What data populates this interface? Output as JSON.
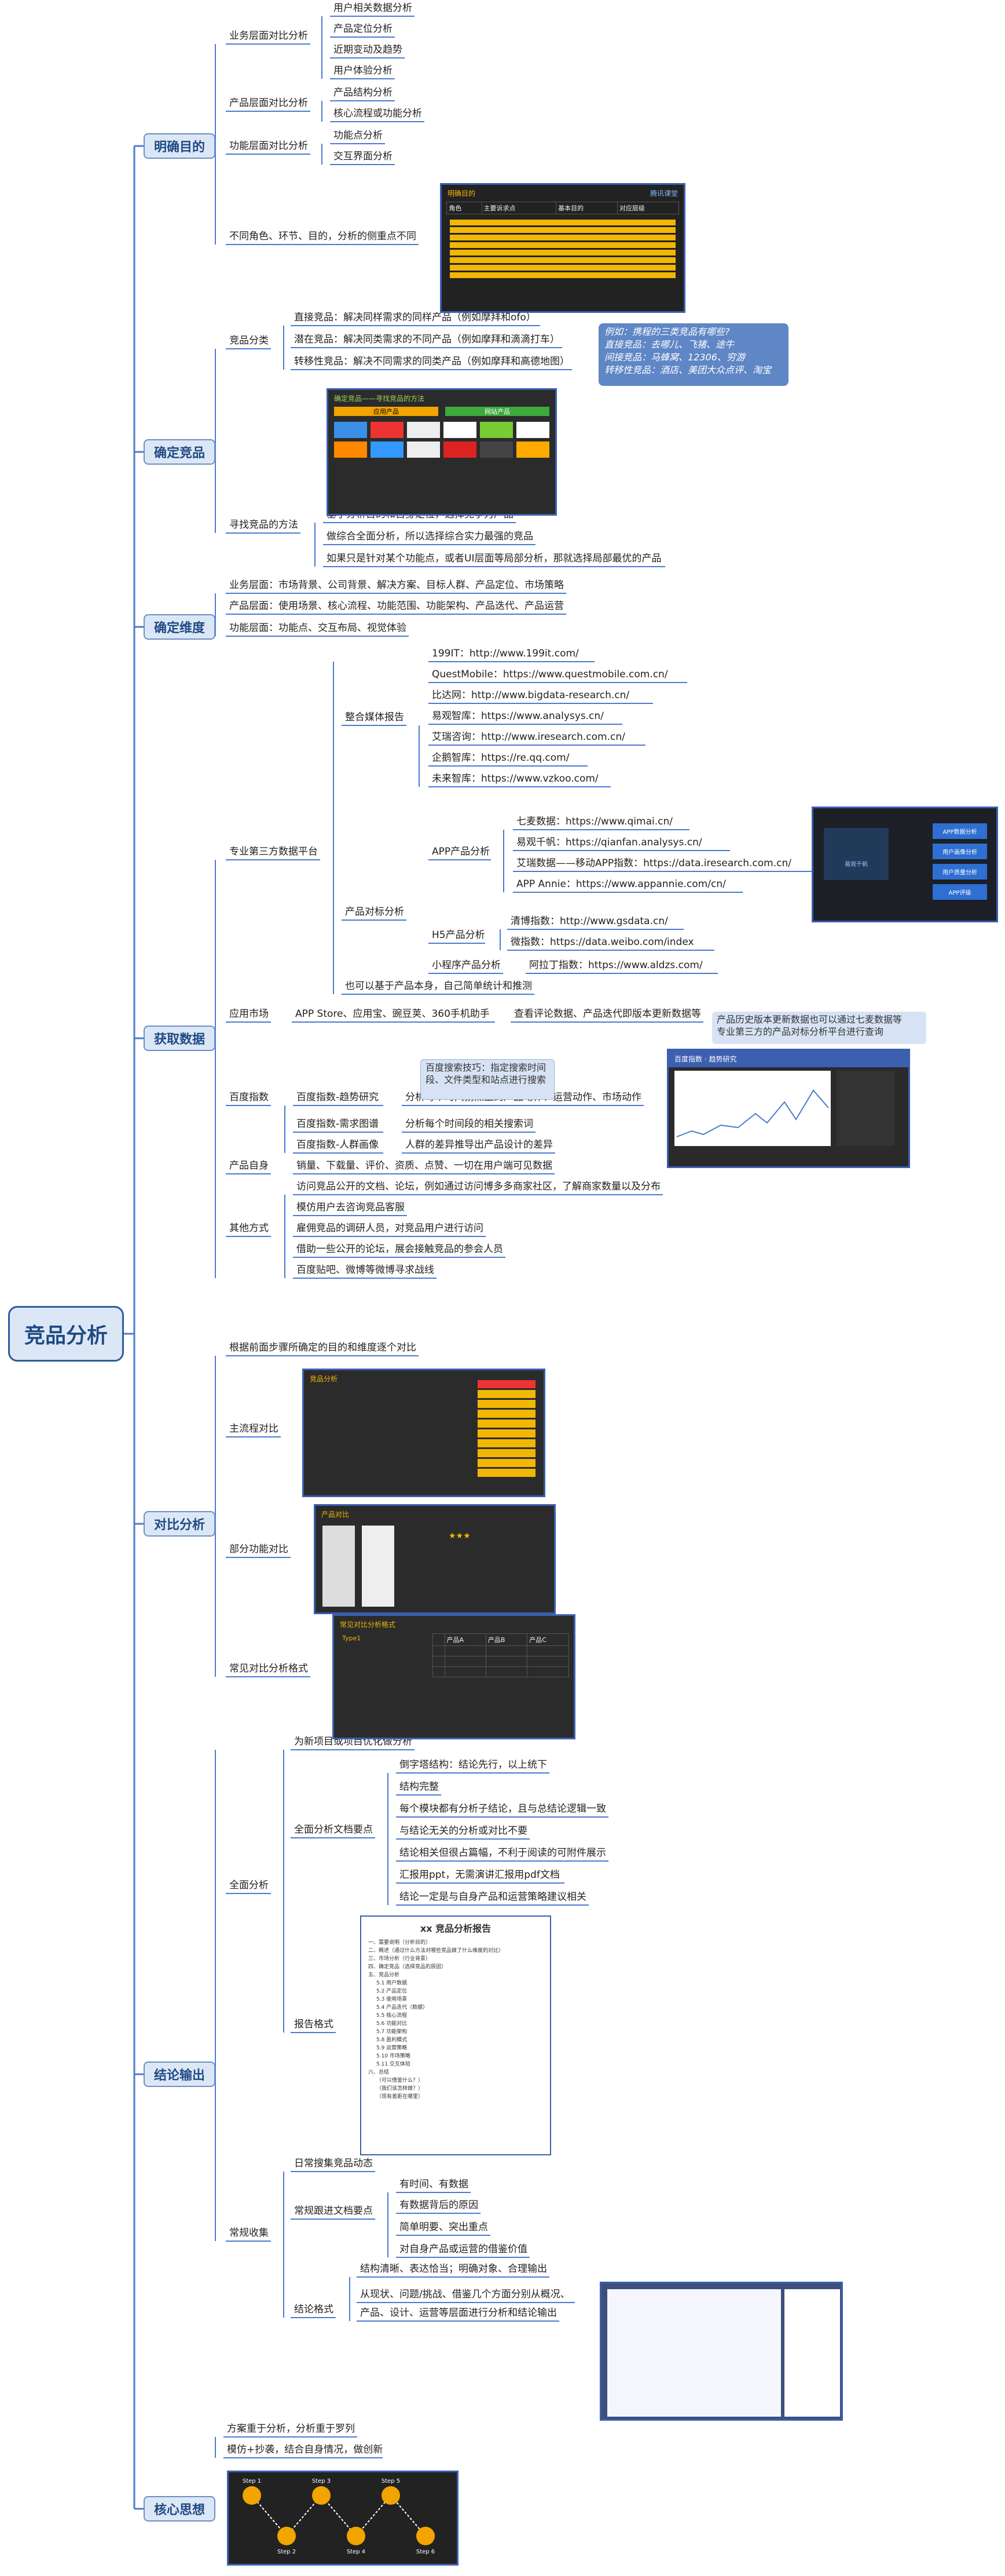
{
  "root": "竞品分析",
  "main_topics": [
    {
      "label": "明确目的"
    },
    {
      "label": "确定竞品"
    },
    {
      "label": "确定维度"
    },
    {
      "label": "获取数据"
    },
    {
      "label": "对比分析"
    },
    {
      "label": "结论输出"
    },
    {
      "label": "核心思想"
    }
  ],
  "purpose": {
    "business": "业务层面对比分析",
    "business_items": [
      "用户相关数据分析",
      "产品定位分析",
      "近期变动及趋势",
      "用户体验分析"
    ],
    "product": "产品层面对比分析",
    "product_items": [
      "产品结构分析",
      "核心流程或功能分析"
    ],
    "function": "功能层面对比分析",
    "function_items": [
      "功能点分析",
      "交互界面分析"
    ],
    "roles": "不同角色、环节、目的，分析的侧重点不同",
    "image_title": "明确目的",
    "image_brand": "腾讯课堂",
    "image_headers": [
      "角色",
      "主要诉求点",
      "基本目的",
      "对应层级"
    ]
  },
  "competitor": {
    "classify": "竞品分类",
    "classify_items": [
      "直接竞品：解决同样需求的同样产品（例如摩拜和ofo）",
      "潜在竞品：解决同类需求的不同产品（例如摩拜和滴滴打车）",
      "转移性竞品：解决不同需求的同类产品（例如摩拜和高德地图）"
    ],
    "note": "例如：携程的三类竞品有哪些?\n直接竞品：去哪儿、飞猪、途牛\n间接竞品：马蜂窝、12306、穷游\n转移性竞品：酒店、美团大众点评、淘宝",
    "find": "寻找竞品的方法",
    "find_items": [
      "基于分析目的和自身定位，选择竞争力产品",
      "做综合全面分析，所以选择综合实力最强的竞品",
      "如果只是针对某个功能点，或者UI层面等局部分析，那就选择局部最优的产品"
    ],
    "image_title": "确定竞品——寻找竞品的方法",
    "image_col1": "应用产品",
    "image_col2": "网站产品"
  },
  "dimension": {
    "items": [
      "业务层面：市场背景、公司背景、解决方案、目标人群、产品定位、市场策略",
      "产品层面：使用场景、核心流程、功能范围、功能架构、产品迭代、产品运营",
      "功能层面：功能点、交互布局、视觉体验"
    ]
  },
  "data": {
    "third_party": "专业第三方数据平台",
    "media": "整合媒体报告",
    "media_items": [
      "199IT：http://www.199it.com/",
      "QuestMobile：https://www.questmobile.com.cn/",
      "比达网：http://www.bigdata-research.cn/",
      "易观智库：https://www.analysys.cn/",
      "艾瑞咨询：http://www.iresearch.com.cn/",
      "企鹅智库：https://re.qq.com/",
      "未来智库：https://www.vzkoo.com/"
    ],
    "compare": "产品对标分析",
    "app": "APP产品分析",
    "app_items": [
      "七麦数据：https://www.qimai.cn/",
      "易观千帆：https://qianfan.analysys.cn/",
      "艾瑞数据——移动APP指数：https://data.iresearch.com.cn/",
      "APP Annie：https://www.appannie.com/cn/"
    ],
    "h5": "H5产品分析",
    "h5_items": [
      "清博指数：http://www.gsdata.cn/",
      "微指数：https://data.weibo.com/index"
    ],
    "mini": "小程序产品分析",
    "mini_item": "阿拉丁指数：https://www.aldzs.com/",
    "self_stat": "也可以基于产品本身，自己简单统计和推测",
    "market": "应用市场",
    "market_item": "APP Store、应用宝、豌豆荚、360手机助手",
    "market_sub": "查看评论数据、产品迭代即版本更新数据等",
    "market_note": "产品历史版本更新数据也可以通过七麦数据等\n专业第三方的产品对标分析平台进行查询",
    "baidu": "百度指数",
    "baidu_tip": "百度搜索技巧：指定搜索时间\n段、文件类型和站点进行搜索",
    "baidu_items": [
      "百度指数-趋势研究",
      "百度指数-需求图谱",
      "百度指数-人群画像"
    ],
    "baidu_subs": [
      "分析每个时间拐点上的产品动作、运营动作、市场动作",
      "分析每个时间段的相关搜索词",
      "人群的差异推导出产品设计的差异"
    ],
    "self": "产品自身",
    "self_item": "销量、下载量、评价、资质、点赞、一切在用户端可见数据",
    "other": "其他方式",
    "other_items": [
      "访问竞品公开的文档、论坛，例如通过访问博多多商家社区，了解商家数量以及分布",
      "模仿用户去咨询竞品客服",
      "雇佣竞品的调研人员，对竞品用户进行访问",
      "借助一些公开的论坛，展会接触竞品的参会人员",
      "百度贴吧、微博等微博寻求战线"
    ],
    "image_app_brand": "易观千帆",
    "image_app_tabs": [
      "APP数据分析",
      "用户画像分析",
      "用户质量分析",
      "APP评级"
    ],
    "image_trend_title": "百度指数 · 趋势研究"
  },
  "contrast": {
    "intro": "根据前面步骤所确定的目的和维度逐个对比",
    "items": [
      "主流程对比",
      "部分功能对比",
      "常见对比分析格式"
    ],
    "image1_title": "竞品分析",
    "image2_title": "产品对比",
    "image3_title": "常见对比分析格式",
    "image3_type": "Type1",
    "image3_cols": [
      "产品A",
      "产品B",
      "产品C"
    ],
    "image3_stars": "★★★"
  },
  "output": {
    "full": "全面分析",
    "full_item": "为新项目或项目优化做分析",
    "key_points": "全面分析文档要点",
    "key_items": [
      "倒字塔结构：结论先行，以上统下",
      "结构完整",
      "每个模块都有分析子结论，且与总结论逻辑一致",
      "与结论无关的分析或对比不要",
      "结论相关但很占篇幅，不利于阅读的可附件展示",
      "汇报用ppt，无需演讲汇报用pdf文档",
      "结论一定是与自身产品和运营策略建议相关"
    ],
    "format": "报告格式",
    "doc_title": "xx 竞品分析报告",
    "doc_lines": [
      "一、需要说明（分析目的）",
      "二、概述（通过什么方法对哪些竞品做了什么维度的对比）",
      "三、市场分析（行业背景）",
      "四、确定竞品（选择竞品的原因）",
      "五、竞品分析",
      "5.1 用户数据",
      "5.2 产品定位",
      "5.3 使用场景",
      "5.4 产品迭代（数据）",
      "5.5 核心流程",
      "5.6 功能对比",
      "5.7 功能架构",
      "5.8 盈利模式",
      "5.9 运营策略",
      "5.10 市场策略",
      "5.11 交互体验",
      "六、总结",
      "（可以借鉴什么？）",
      "（我们该怎样做？）",
      "（现有差距在哪里）"
    ],
    "routine": "常规收集",
    "routine_item": "日常搜集竞品动态",
    "routine_doc": "常规跟进文档要点",
    "routine_items": [
      "有时间、有数据",
      "有数据背后的原因",
      "简单明要、突出重点",
      "对自身产品或运营的借鉴价值"
    ],
    "conclusion": "结论格式",
    "conclusion_items": [
      "结构清晰、表达恰当；明确对象、合理输出",
      "从现状、问题/挑战、借鉴几个方面分别从概况、",
      "产品、设计、运营等层面进行分析和结论输出"
    ]
  },
  "core": {
    "items": [
      "方案重于分析，分析重于罗列",
      "模仿+抄袭，结合自身情况，做创新"
    ],
    "steps": [
      "Step 1",
      "Step 2",
      "Step 3",
      "Step 4",
      "Step 5",
      "Step 6"
    ]
  },
  "colors": {
    "accent": "#2e5c99",
    "node_fill": "#dce7f6",
    "line": "#4a7bd0",
    "note": "#5f86c5"
  }
}
